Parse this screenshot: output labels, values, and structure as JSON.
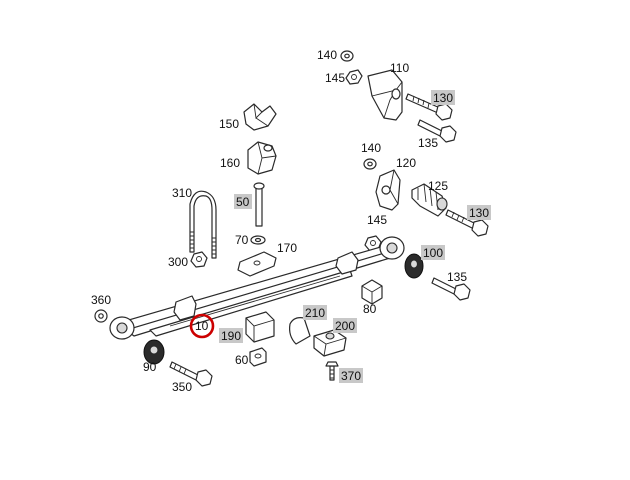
{
  "diagram": {
    "highlight_color": "#cc0000",
    "tag_fill": "#c8c8c8",
    "labels": {
      "l140a": "140",
      "l110": "110",
      "l145a": "145",
      "l130a": "130",
      "l135a": "135",
      "l150": "150",
      "l160": "160",
      "l140b": "140",
      "l120": "120",
      "l125": "125",
      "l310": "310",
      "l50": "50",
      "l130b": "130",
      "l145b": "145",
      "l70": "70",
      "l170": "170",
      "l100": "100",
      "l300": "300",
      "l135b": "135",
      "l360": "360",
      "l80": "80",
      "l210": "210",
      "l10": "10",
      "l200": "200",
      "l190": "190",
      "l90": "90",
      "l60": "60",
      "l370": "370",
      "l350": "350"
    }
  }
}
